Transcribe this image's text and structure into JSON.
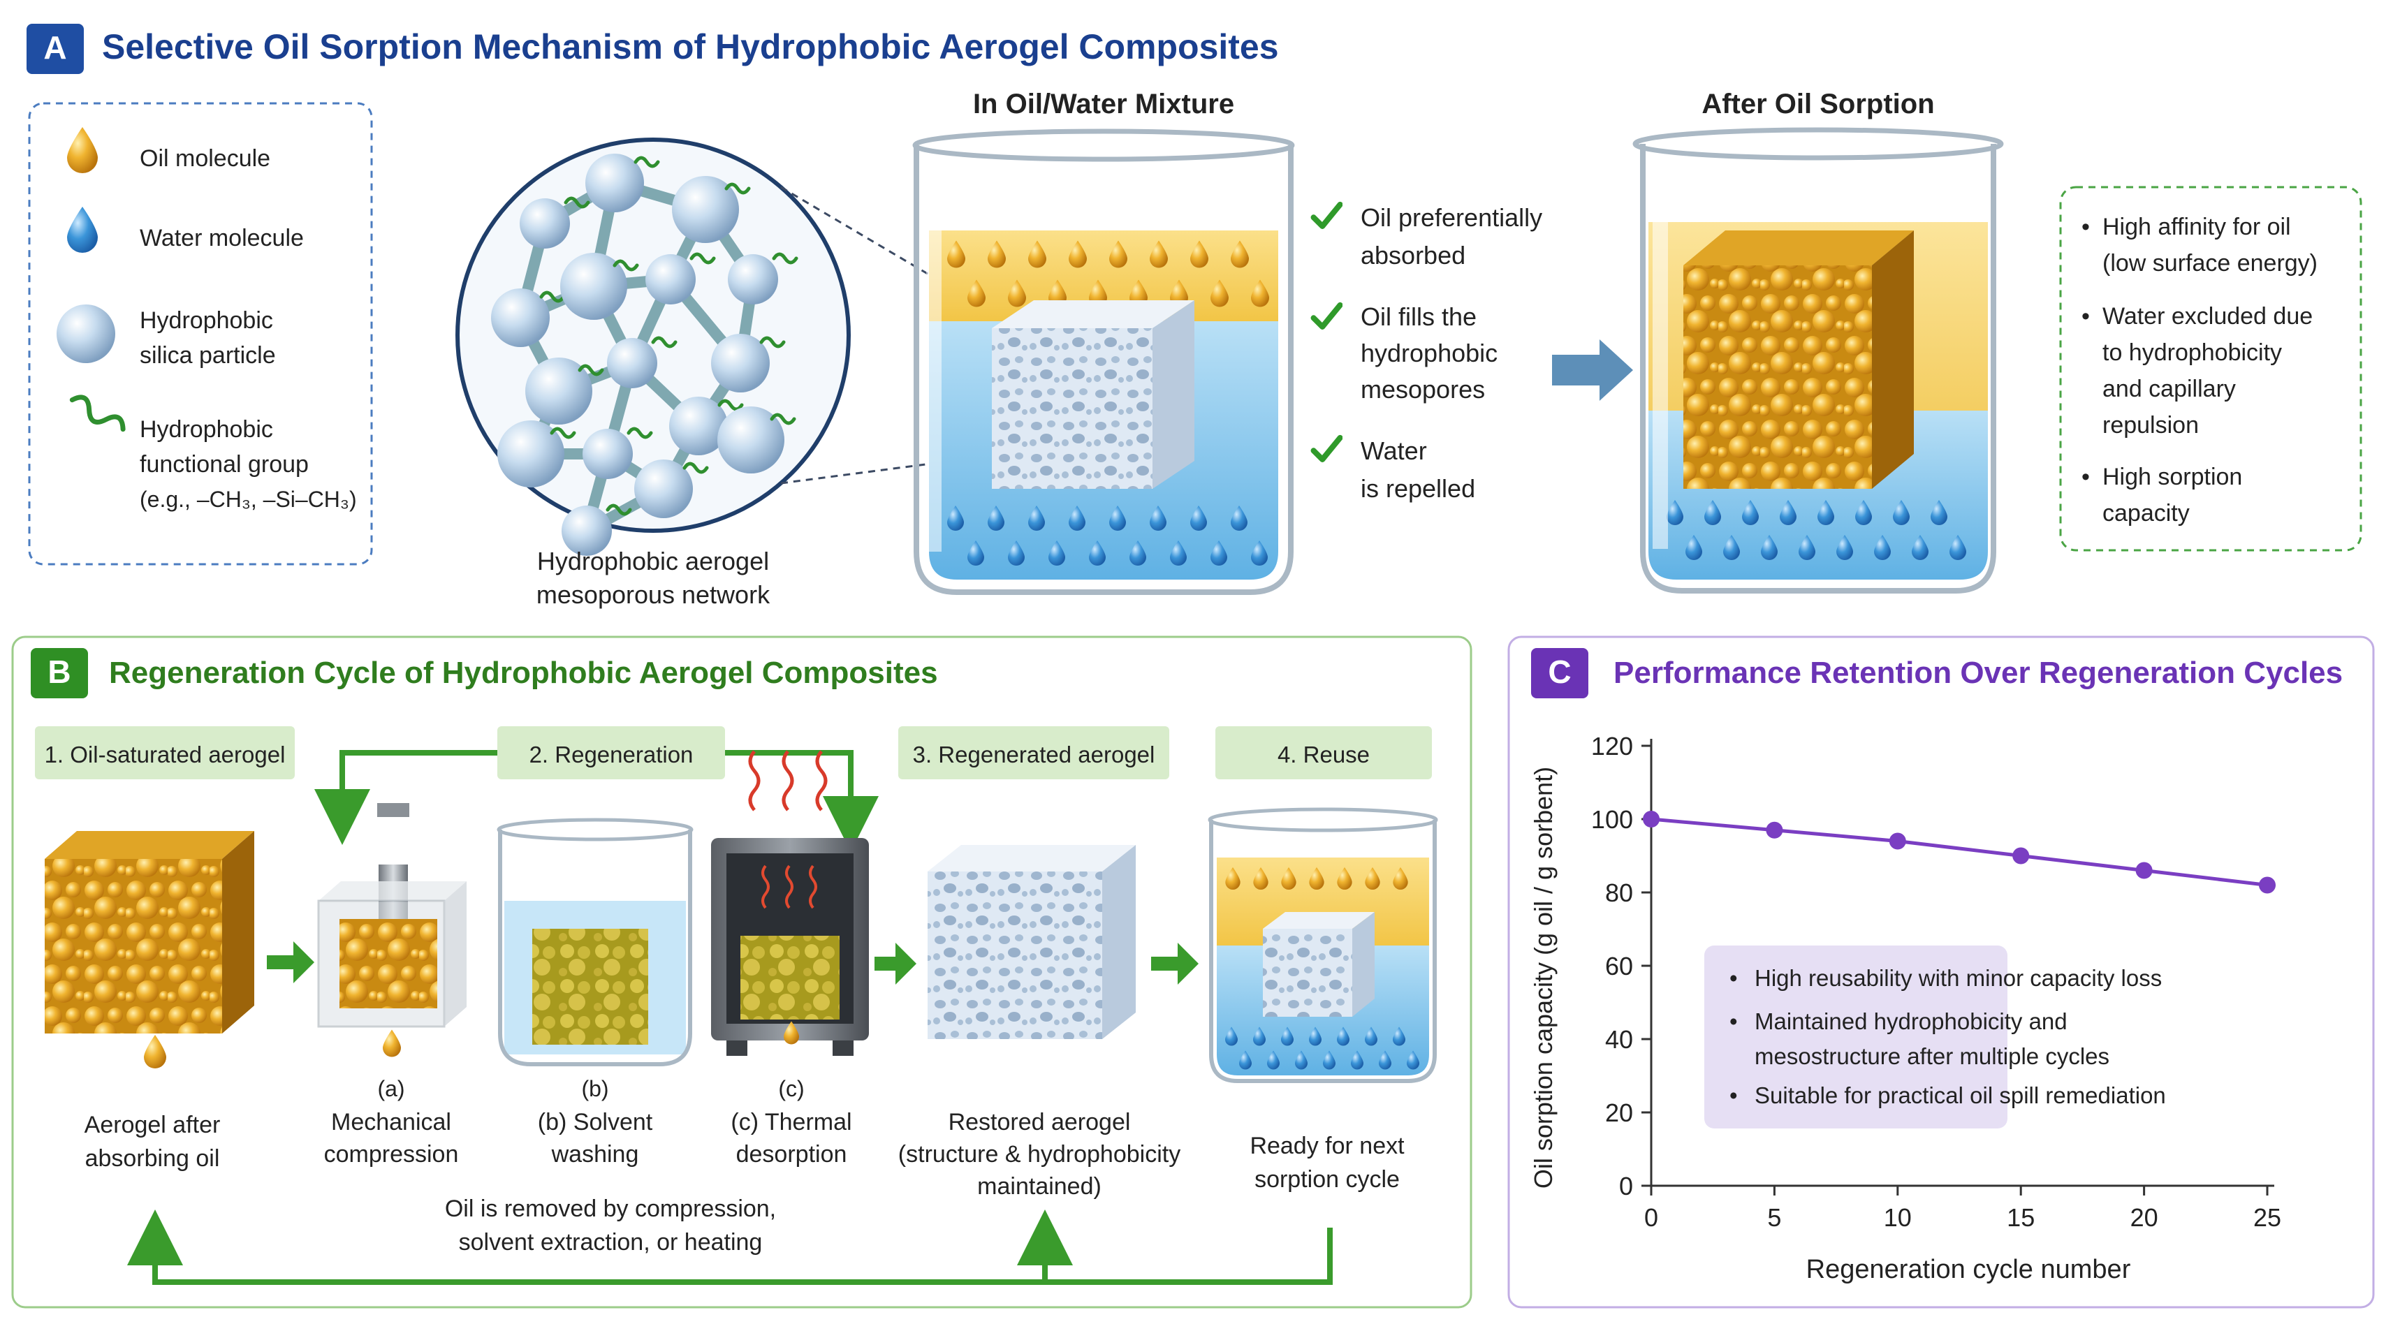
{
  "panelA": {
    "badge": "A",
    "title": "Selective Oil Sorption Mechanism of Hydrophobic Aerogel Composites",
    "legend": {
      "oil": "Oil molecule",
      "water": "Water molecule",
      "silica_1": "Hydrophobic",
      "silica_2": "silica particle",
      "group_1": "Hydrophobic",
      "group_2": "functional group",
      "group_3": "(e.g., –CH₃, –Si–CH₃)"
    },
    "network_caption_1": "Hydrophobic aerogel",
    "network_caption_2": "mesoporous network",
    "mixture_title": "In Oil/Water Mixture",
    "after_title": "After Oil Sorption",
    "checks": [
      [
        "Oil preferentially",
        "absorbed"
      ],
      [
        "Oil fills the",
        "hydrophobic",
        "mesopores"
      ],
      [
        "Water",
        "is repelled"
      ]
    ],
    "bullets": [
      [
        "High affinity for oil",
        "(low surface energy)"
      ],
      [
        "Water excluded due",
        "to hydrophobicity",
        "and capillary",
        "repulsion"
      ],
      [
        "High sorption",
        "capacity"
      ]
    ]
  },
  "panelB": {
    "badge": "B",
    "title": "Regeneration Cycle of Hydrophobic Aerogel Composites",
    "steps": [
      "1. Oil-saturated aerogel",
      "2. Regeneration",
      "3. Regenerated aerogel",
      "4. Reuse"
    ],
    "captions": {
      "saturated": [
        "Aerogel after",
        "absorbing oil"
      ],
      "mech_letter": "(a)",
      "mech": [
        "Mechanical",
        "compression"
      ],
      "solvent_letter": "(b)",
      "solvent": [
        "(b) Solvent",
        "washing"
      ],
      "thermal_letter": "(c)",
      "thermal": [
        "(c) Thermal",
        "desorption"
      ],
      "restored": [
        "Restored aerogel",
        "(structure & hydrophobicity",
        "maintained)"
      ],
      "reuse": [
        "Ready for next",
        "sorption cycle"
      ],
      "removed": [
        "Oil is removed by compression,",
        "solvent extraction, or heating"
      ]
    }
  },
  "panelC": {
    "badge": "C",
    "title": "Performance Retention Over Regeneration Cycles",
    "bullets": [
      [
        "High reusability with minor capacity loss"
      ],
      [
        "Maintained hydrophobicity and",
        "mesostructure after multiple cycles"
      ],
      [
        "Suitable for practical oil spill remediation"
      ]
    ]
  },
  "colors": {
    "panelA_title": "#1a3f8f",
    "panelB_title": "#2f7d1e",
    "panelC_title": "#6a33b5",
    "oil": "#e3a21a",
    "water": "#3b95d9",
    "series": "#7a3ec2",
    "arrow_green": "#3a9b2c"
  },
  "chart_data": {
    "type": "line",
    "xlabel": "Regeneration cycle number",
    "ylabel": "Oil sorption capacity (g oil / g sorbent)",
    "xlim": [
      0,
      25
    ],
    "ylim": [
      0,
      120
    ],
    "xticks": [
      0,
      5,
      10,
      15,
      20,
      25
    ],
    "yticks": [
      0,
      20,
      40,
      60,
      80,
      100,
      120
    ],
    "x": [
      0,
      5,
      10,
      15,
      20,
      25
    ],
    "series": [
      {
        "values": [
          100,
          97,
          94,
          90,
          86,
          82
        ]
      }
    ],
    "grid": false,
    "legend": "none"
  }
}
